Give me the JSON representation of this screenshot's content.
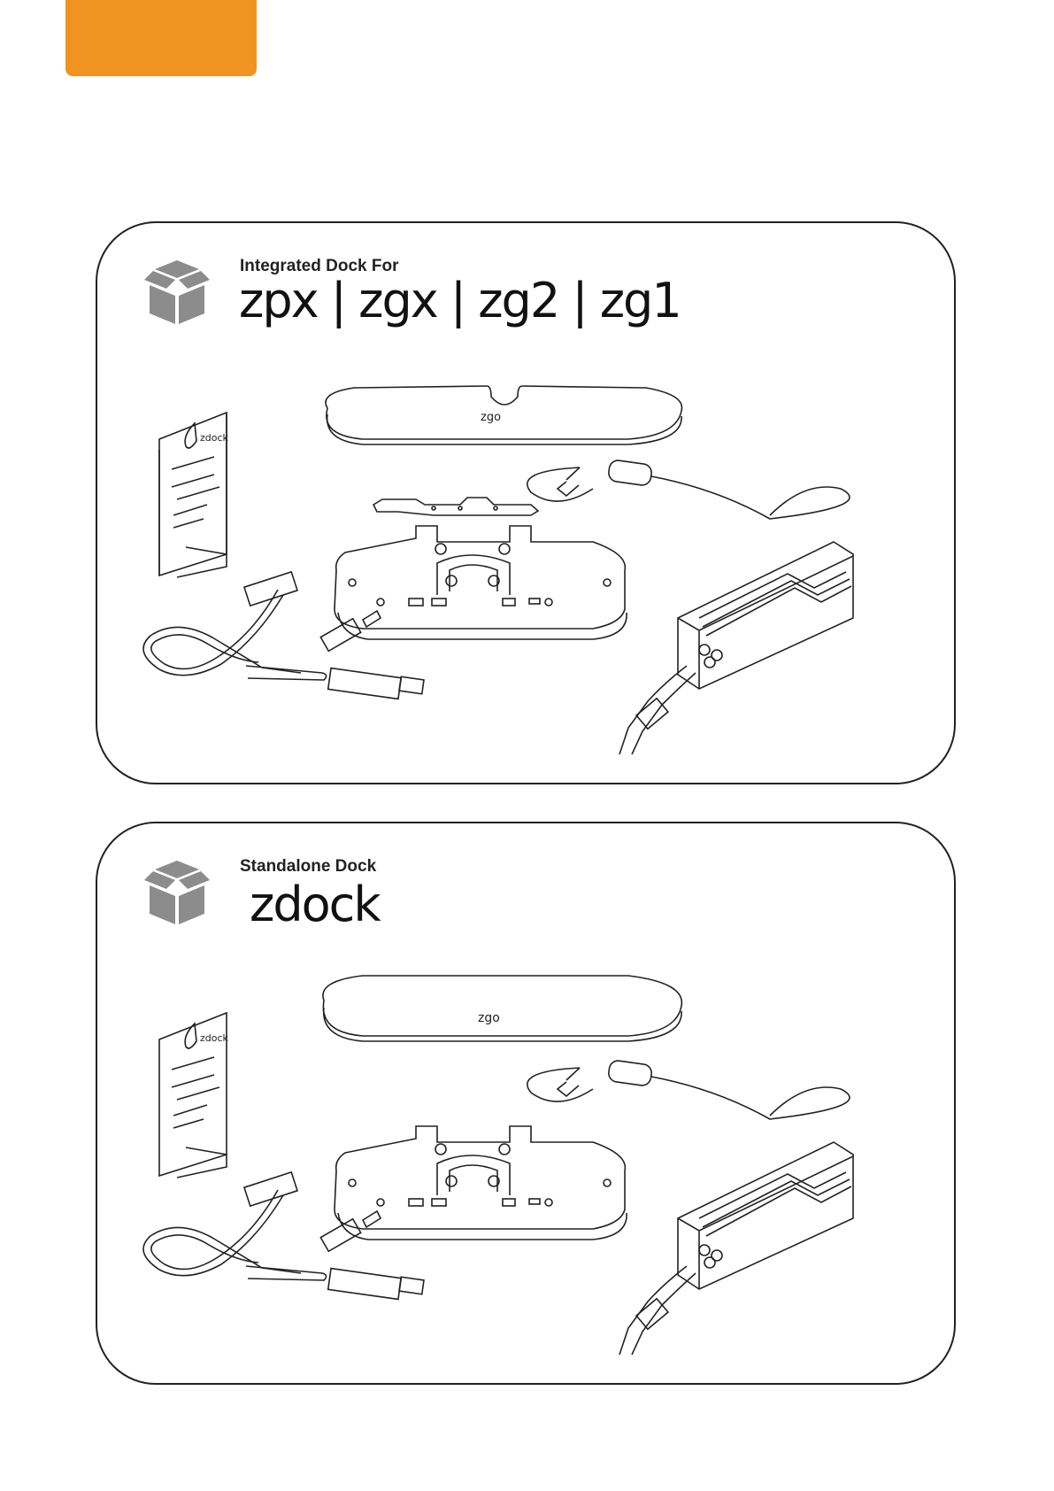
{
  "accent_color": "#f19320",
  "sections": [
    {
      "subtitle": "Integrated Dock For",
      "title": "zpx | zgx | zg2 | zg1",
      "icon": "package-box-icon",
      "lid_label": "zgo",
      "manual_title": "zdock"
    },
    {
      "subtitle": "Standalone Dock",
      "title": "zdock",
      "icon": "package-box-icon",
      "lid_label": "zgo",
      "manual_title": "zdock"
    }
  ]
}
